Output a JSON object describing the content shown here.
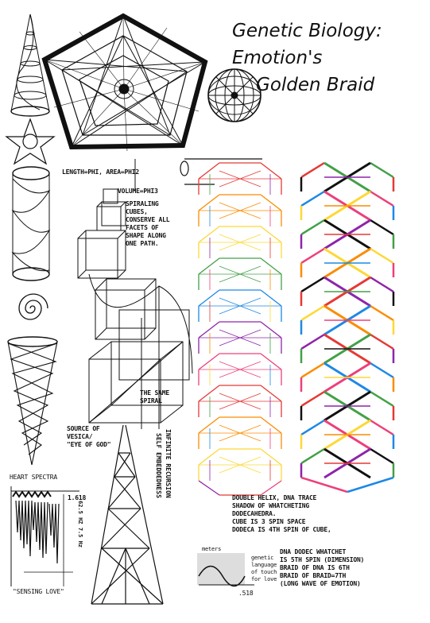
{
  "title": {
    "line1": "Genetic Biology:",
    "line2": "Emotion's",
    "line3": "Golden Braid"
  },
  "annotations": {
    "length_phi": "LENGTH=PHI, AREA=PHI2",
    "volume_phi": "VOLUME=PHI3",
    "spiraling_cubes": "SPIRALING\nCUBES,\nCONSERVE ALL\nFACETS OF\nSHAPE ALONG\nONE PATH.",
    "same_spiral": "THE SAME\nSPIRAL",
    "vesica": "SOURCE OF\nVESICA/\n\"EYE OF GOD\"",
    "infinite_recursion": "INFINITE RECURSION",
    "self_embedding": "SELF EMBEDDEDNESS",
    "heart_spectra": "HEART SPECTRA",
    "phi_ratio": "1.618",
    "sensing_love": "\"SENSING LOVE\"",
    "double_helix": "DOUBLE HELIX, DNA TRACE\nSHADOW OF WHATCHETING\nDODECAHEDRA.\nCUBE IS 3 SPIN SPACE\nDODECA IS 4TH SPIN OF CUBE,",
    "dna_dodec": "DNA DODEC WHATCHET\nIS 5TH SPIN (DIMENSION)\nBRAID OF DNA IS 6TH\nBRAID OF BRAID=7TH\n(LONG WAVE OF EMOTION)",
    "genetic_language": "genetic\nlanguage\nof touch\nfor love",
    "hz_values": "62.5 HZ\n7.5 Hz",
    "cm_value": ".518",
    "meters_note": "meters"
  },
  "figures": {
    "pentagon": "pentagram-dodecahedron",
    "sphere": "geodesic-sphere",
    "cone": "spiral-cone",
    "cylinder": "spiral-cylinder",
    "braid_left": "rainbow-dodecahedra-stack",
    "braid_right": "dna-braid",
    "pyramid": "recursive-triangle-tower"
  },
  "colors": {
    "ink": "#111111",
    "rainbow": [
      "#e53935",
      "#fb8c00",
      "#fdd835",
      "#43a047",
      "#1e88e5",
      "#8e24aa",
      "#ec407a"
    ]
  }
}
